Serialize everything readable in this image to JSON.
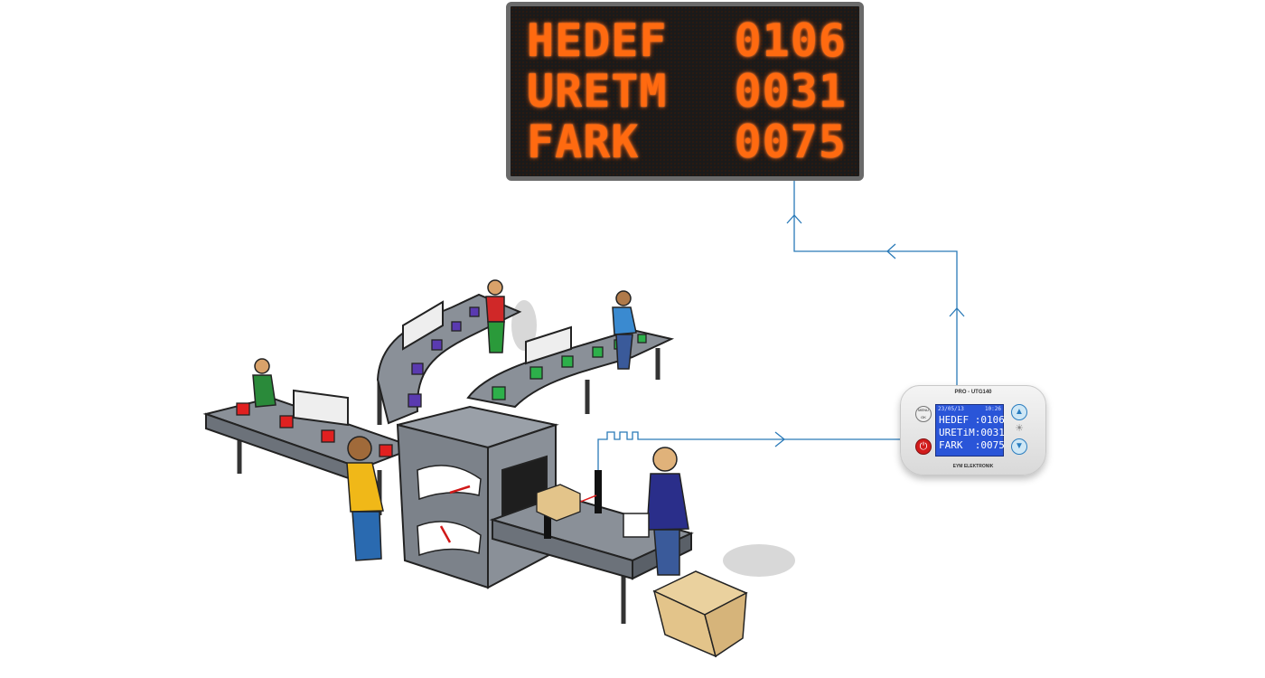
{
  "led_board": {
    "rows": [
      {
        "label": "HEDEF",
        "value": "0106"
      },
      {
        "label": "URETM",
        "value": "0031"
      },
      {
        "label": "FARK",
        "value": "0075"
      }
    ],
    "text_color": "#ff6a10"
  },
  "device": {
    "brand": "PRO - UTG140",
    "date": "23/05/13",
    "time": "10:26",
    "lines": [
      "HEDEF :0106",
      "URETiM:0031",
      "FARK  :0075"
    ],
    "menu_label": "MENU OK",
    "footer": "EYM ELEKTRONIK",
    "buttons": [
      "menu-ok-icon",
      "power-icon",
      "arrow-up-icon",
      "light-icon",
      "arrow-down-icon"
    ]
  },
  "colors": {
    "signal_line": "#2a7ab8",
    "conveyor": "#6c727a",
    "box_red": "#e02020",
    "box_purple": "#5a3ab0",
    "box_green": "#2db04a",
    "carton": "#e3c48a"
  }
}
